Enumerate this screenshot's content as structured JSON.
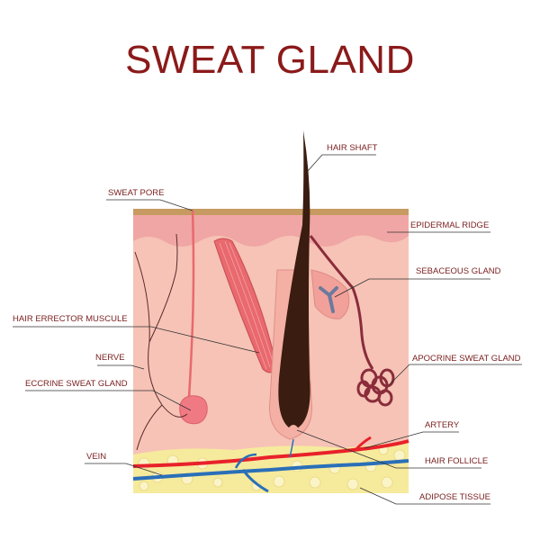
{
  "title": "SWEAT GLAND",
  "labels": {
    "hair_shaft": "HAIR SHAFT",
    "sweat_pore": "SWEAT PORE",
    "epidermal_ridge": "EPIDERMAL RIDGE",
    "sebaceous_gland": "SEBACEOUS GLAND",
    "hair_erector_muscle": "HAIR ERRECTOR MUSCULE",
    "nerve": "NERVE",
    "apocrine_sweat_gland": "APOCRINE SWEAT GLAND",
    "eccrine_sweat_gland": "ECCRINE SWEAT GLAND",
    "artery": "ARTERY",
    "vein": "VEIN",
    "hair_follicle": "HAIR FOLLICLE",
    "adipose_tissue": "ADIPOSE TISSUE"
  },
  "colors": {
    "title": "#8b1a1a",
    "label": "#7a1e1e",
    "dermis": "#f6c3b6",
    "epidermis": "#f0a6a4",
    "stratum": "#c79a62",
    "adipose": "#f6ea9c",
    "artery": "#e8212a",
    "vein": "#2a6fb8",
    "hair": "#3a1c10"
  }
}
